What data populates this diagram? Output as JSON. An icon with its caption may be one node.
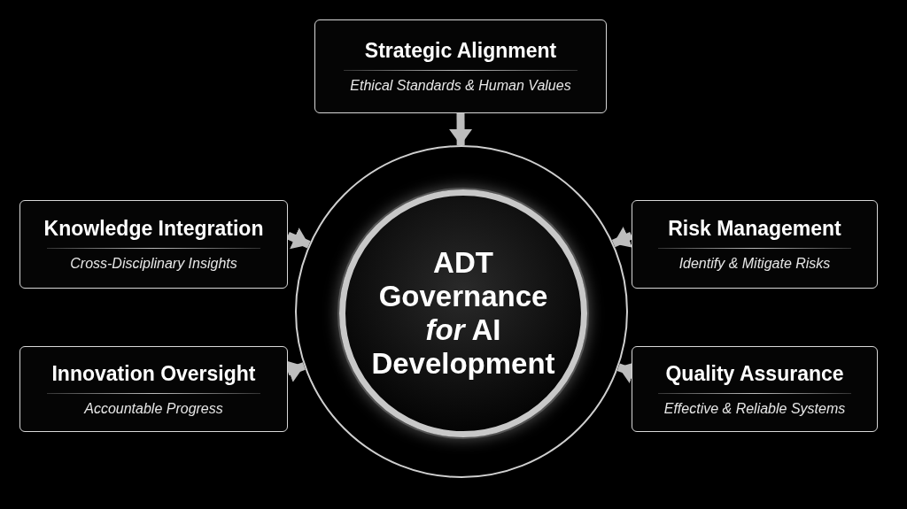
{
  "diagram": {
    "nodes": [
      {
        "text": [
          "Strategic Alignment",
          "Ethical Standards & Human Values"
        ]
      },
      {
        "text": [
          "Knowledge Integration",
          "Cross-Disciplinary Insights"
        ]
      },
      {
        "text": [
          "Risk Management",
          "Identify & Mitigate Risks"
        ]
      },
      {
        "text": [],
        "shape": "circle"
      },
      {
        "text": [
          "ADT Governance *for* AI Development"
        ],
        "in": 3
      },
      {
        "text": [
          "Innovation Oversight",
          "Accountable Progress"
        ]
      },
      {
        "text": [
          "Quality Assurance",
          "Effective & Reliable Systems"
        ]
      }
    ],
    "edges": [
      {
        "from": 0,
        "to": 3,
        "arrow": "to"
      },
      {
        "from": 1,
        "to": 3,
        "arrow": "to"
      },
      {
        "from": 2,
        "to": 3,
        "arrow": "to"
      },
      {
        "from": 5,
        "to": 3,
        "arrow": "to"
      },
      {
        "from": 6,
        "to": 3,
        "arrow": "to"
      }
    ]
  }
}
